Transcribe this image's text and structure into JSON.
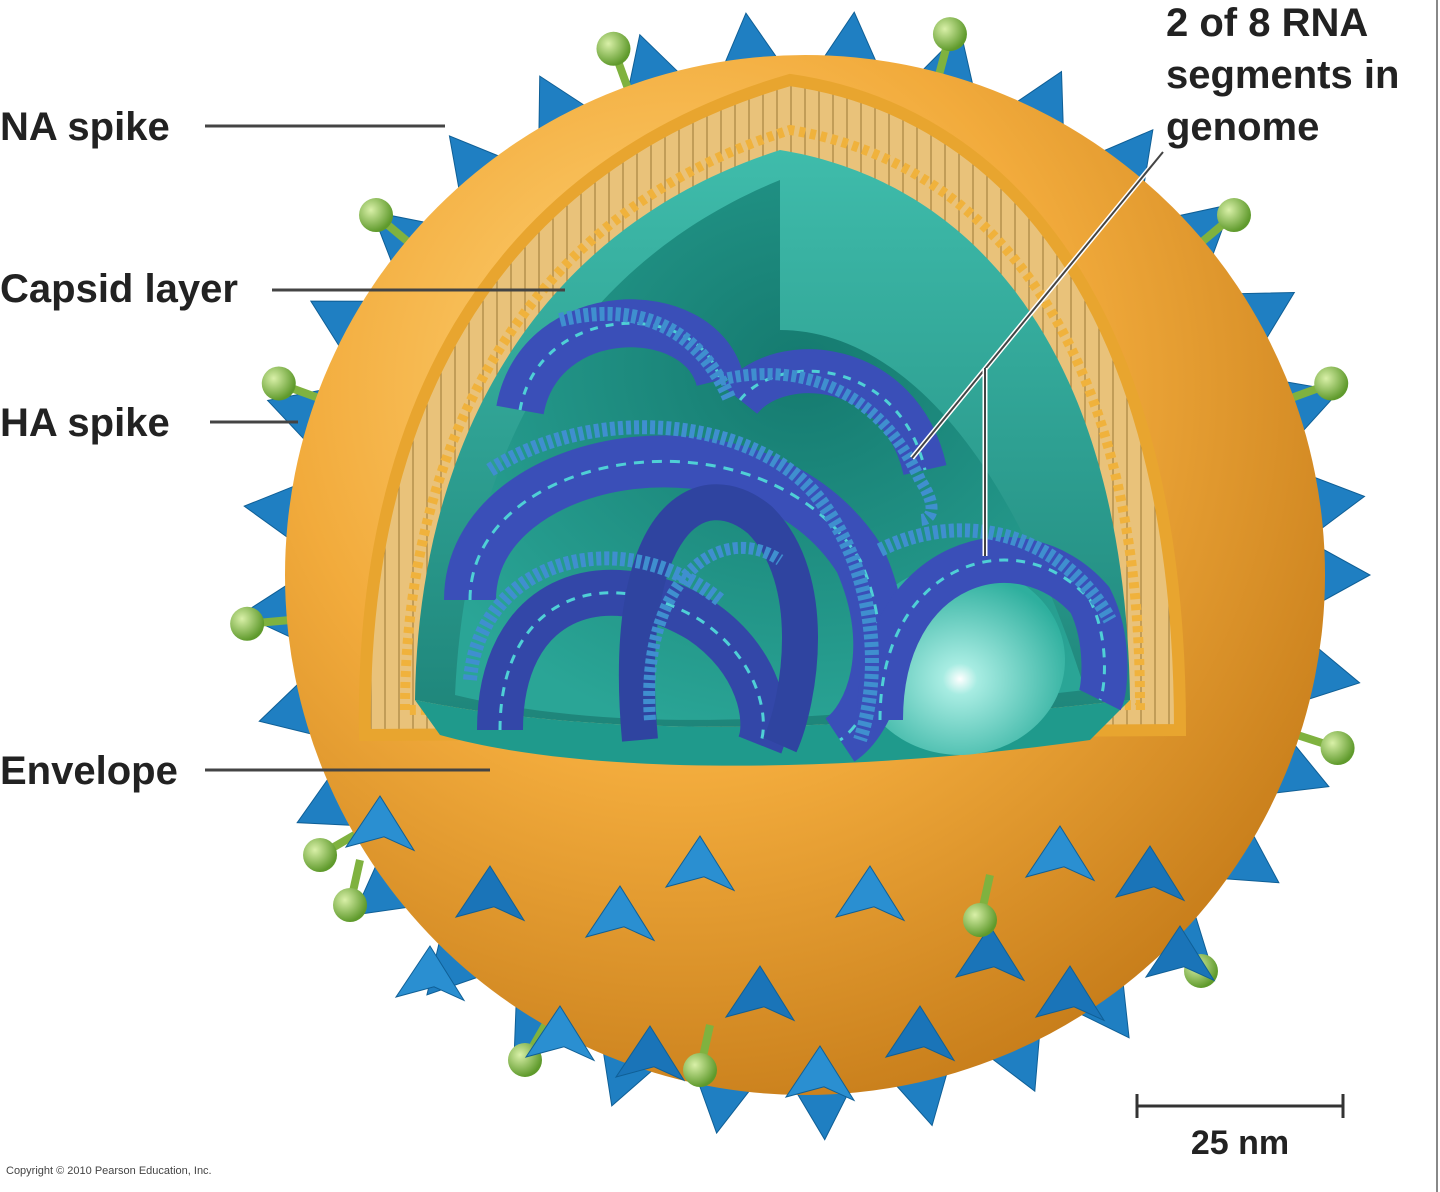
{
  "labels": {
    "na_spike": "NA spike",
    "capsid_layer": "Capsid layer",
    "ha_spike": "HA spike",
    "envelope": "Envelope",
    "rna_line1": "2 of 8 RNA",
    "rna_line2": "segments in",
    "rna_line3": "genome"
  },
  "scale_bar": {
    "label": "25 nm"
  },
  "copyright": "Copyright © 2010 Pearson Education, Inc.",
  "colors": {
    "envelope": "#f0a83a",
    "envelope_dark": "#d98a1e",
    "membrane_bead": "#f2b43a",
    "capsid_interior": "#2fa99a",
    "capsid_dark": "#1c7f75",
    "rna_blue": "#3a4fb8",
    "rna_bead": "#3f8fcf",
    "ha_spike": "#1f7fc2",
    "na_spike": "#8dc04a"
  }
}
